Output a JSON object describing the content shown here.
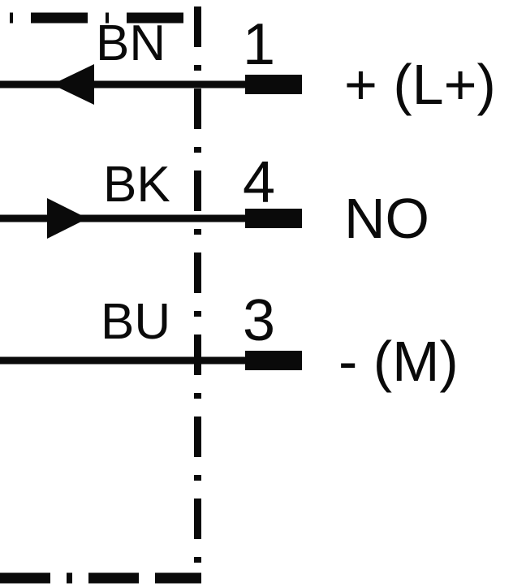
{
  "diagram": {
    "type": "sensor-wiring-schematic",
    "title": "",
    "colors": {
      "background": "#ffffff",
      "line": "#0a0a0a",
      "text": "#0a0a0a"
    },
    "enclosure": {
      "name": "sensor-housing-boundary",
      "line_style": "dash-dot",
      "edges": [
        "top",
        "left-vertical",
        "bottom"
      ]
    },
    "connections": [
      {
        "wire_color_code": "BN",
        "pin_number": "1",
        "function": "+ (L+)",
        "arrow": "left",
        "arrow_name": "arrow-left-supply-positive",
        "y": 104
      },
      {
        "wire_color_code": "BK",
        "pin_number": "4",
        "function": "NO",
        "arrow": "right",
        "arrow_name": "arrow-right-output-no",
        "y": 269
      },
      {
        "wire_color_code": "BU",
        "pin_number": "3",
        "function": "- (M)",
        "arrow": "none",
        "arrow_name": "",
        "y": 444
      }
    ]
  },
  "chart_data": {
    "type": "diagram",
    "title": "3-wire sensor connection diagram",
    "categories": [
      "BN",
      "BK",
      "BU"
    ],
    "series": [
      {
        "name": "pin",
        "values": [
          "1",
          "4",
          "3"
        ]
      },
      {
        "name": "function",
        "values": [
          "+ (L+)",
          "NO",
          "- (M)"
        ]
      },
      {
        "name": "signal_direction",
        "values": [
          "in",
          "out",
          "none"
        ]
      }
    ]
  }
}
